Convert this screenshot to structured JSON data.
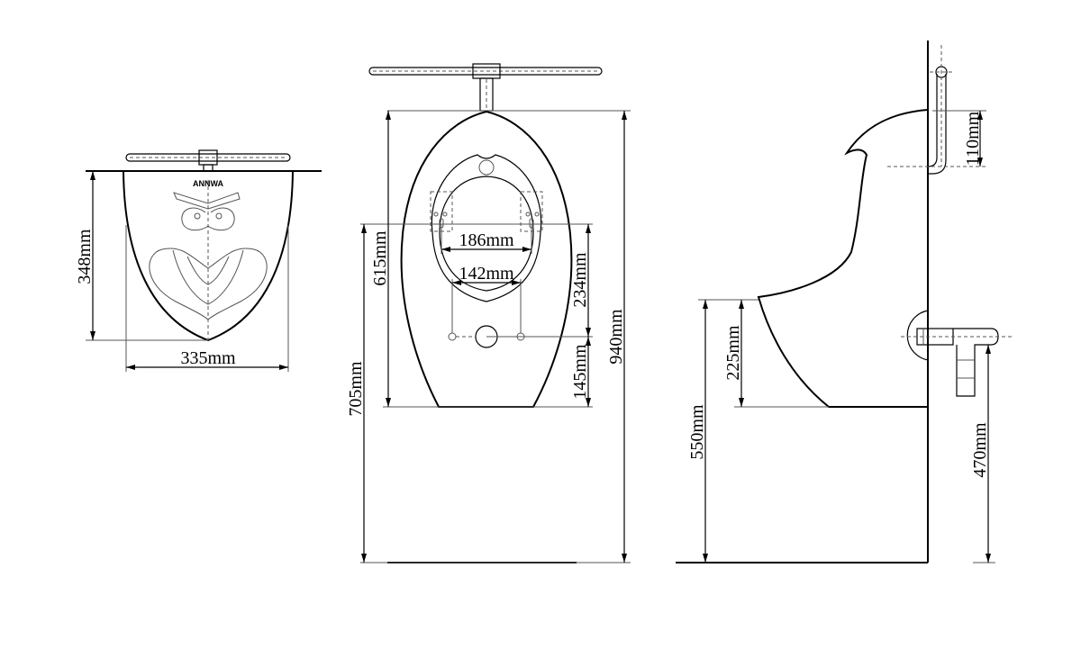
{
  "brand": "ANNWA",
  "front_small": {
    "height": "348mm",
    "width": "335mm"
  },
  "front_large": {
    "height_615": "615mm",
    "height_705": "705mm",
    "bracket_spacing": "186mm",
    "outlet_spacing": "142mm",
    "dim_234": "234mm",
    "dim_145": "145mm",
    "total_height": "940mm"
  },
  "side": {
    "dim_110": "110mm",
    "dim_225": "225mm",
    "dim_550": "550mm",
    "dim_470": "470mm"
  }
}
